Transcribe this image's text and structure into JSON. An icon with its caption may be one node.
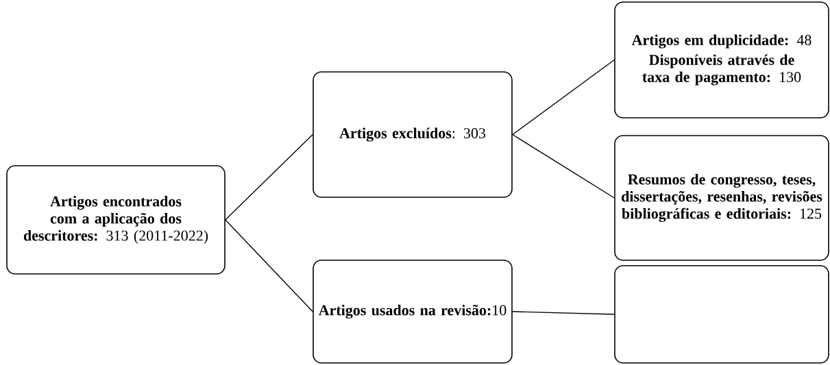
{
  "diagram": {
    "nodes": [
      {
        "text": [
          "**Artigos encontrados com a aplicação dos descritores:** 313 (2011-2022)"
        ]
      },
      {
        "text": [
          "**Artigos excluídos**: 303"
        ]
      },
      {
        "text": [
          "**Artigos usados na revisão:**10"
        ]
      },
      {
        "text": [
          "**Artigos em duplicidade:** 48",
          "**Disponíveis através de taxa de pagamento:** 130"
        ]
      },
      {
        "text": [
          "**Resumos de congresso, teses, dissertações, resenhas, revisões bibliográficas e editoriais:** 125"
        ]
      },
      {
        "text": [],
        "shape": "box"
      }
    ],
    "edges": [
      {
        "from": 0,
        "to": 1,
        "arrow": "none"
      },
      {
        "from": 0,
        "to": 2,
        "arrow": "none"
      },
      {
        "from": 1,
        "to": 3,
        "arrow": "none"
      },
      {
        "from": 1,
        "to": 4,
        "arrow": "none"
      },
      {
        "from": 2,
        "to": 5,
        "arrow": "none"
      }
    ]
  }
}
